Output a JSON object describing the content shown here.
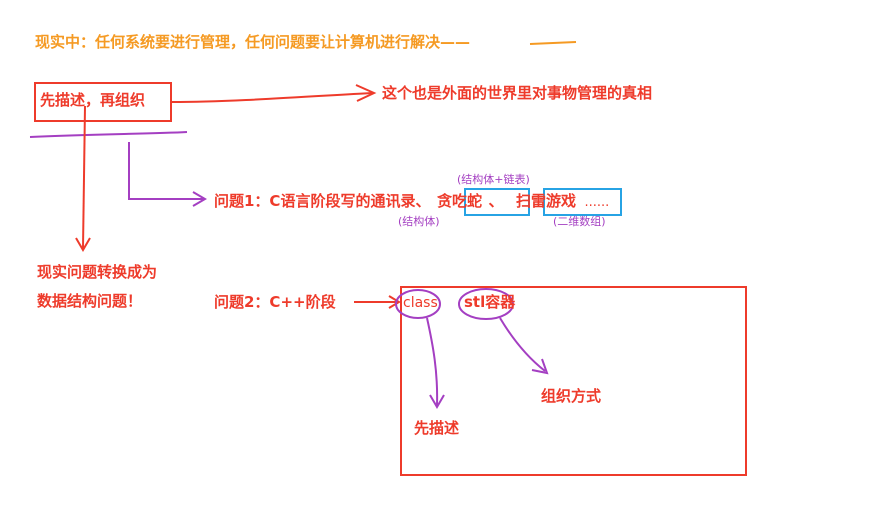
{
  "header": {
    "text": "现实中：任何系统要进行管理，任何问题要让计算机进行解决——"
  },
  "left": {
    "describe_box": "先描述，再组织",
    "truth": "这个也是外面的世界里对事物管理的真相",
    "conversion_line1": "现实问题转换成为",
    "conversion_line2": "数据结构问题！"
  },
  "problem1": {
    "prefix": "问题1：C语言阶段写的通讯录、",
    "snake": "贪吃蛇",
    "sep": "、",
    "mine": "扫雷游戏",
    "suffix": "......",
    "note_contacts": "(结构体)",
    "note_snake": "(结构体+链表)",
    "note_mine": "(二维数组)"
  },
  "problem2": {
    "prefix": "问题2：C++阶段",
    "class": "class",
    "stl": "stl容器",
    "describe": "先描述",
    "organize": "组织方式"
  },
  "colors": {
    "red": "#ee3b2b",
    "orange": "#f59a23",
    "purple": "#a43fc2",
    "blue": "#27a3e4"
  }
}
